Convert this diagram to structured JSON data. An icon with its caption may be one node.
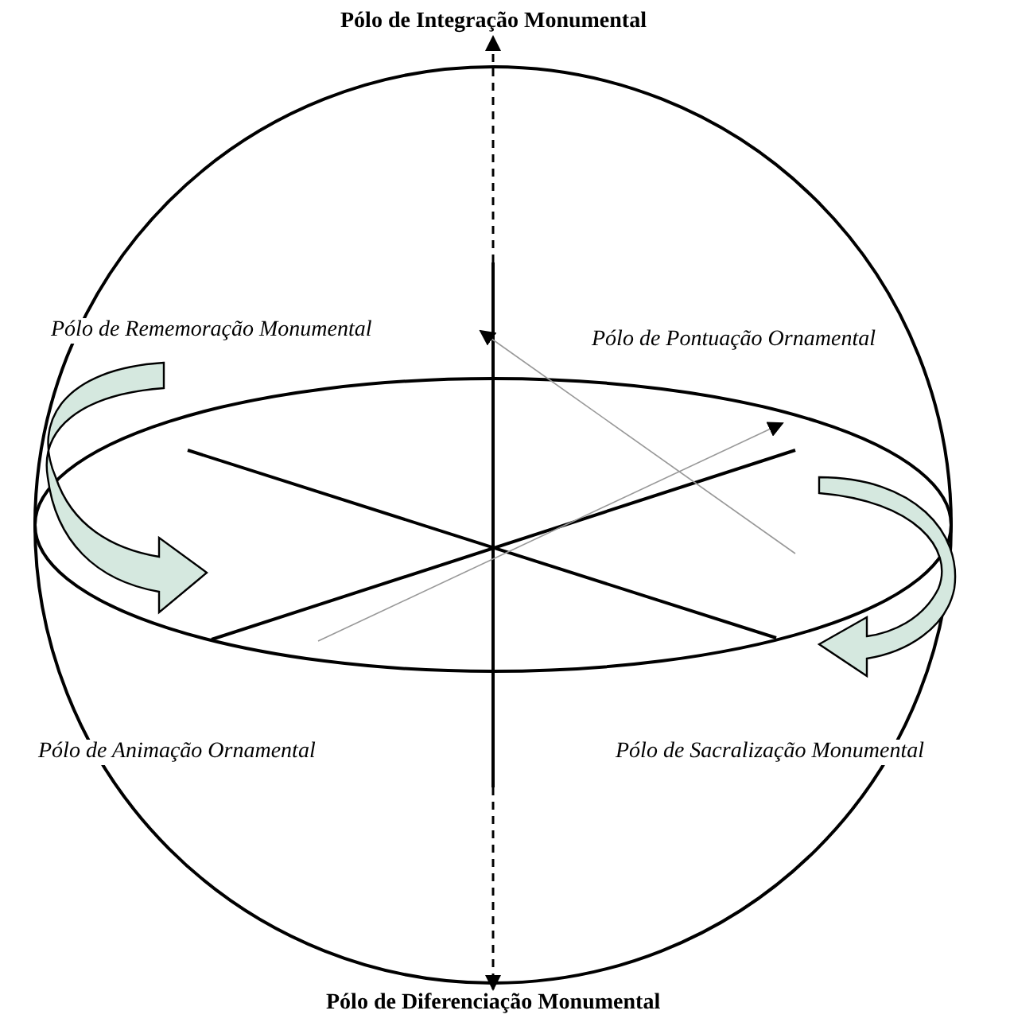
{
  "diagram": {
    "nodes": [
      {
        "text": [
          "Pólo de Integração Monumental"
        ]
      },
      {
        "text": [
          "Pólo de Rememoração Monumental"
        ]
      },
      {
        "text": [
          "Pólo de Pontuação Ornamental"
        ]
      },
      {
        "text": [
          "Pólo de Animação Ornamental"
        ]
      },
      {
        "text": [
          "Pólo de Sacralização Monumental"
        ]
      },
      {
        "text": [
          "Pólo de Diferenciação Monumental"
        ]
      }
    ],
    "edges": [
      {
        "from": null,
        "to": 0,
        "arrow": "to",
        "style": "dashed"
      },
      {
        "from": null,
        "to": 5,
        "arrow": "to",
        "style": "dashed"
      }
    ]
  }
}
